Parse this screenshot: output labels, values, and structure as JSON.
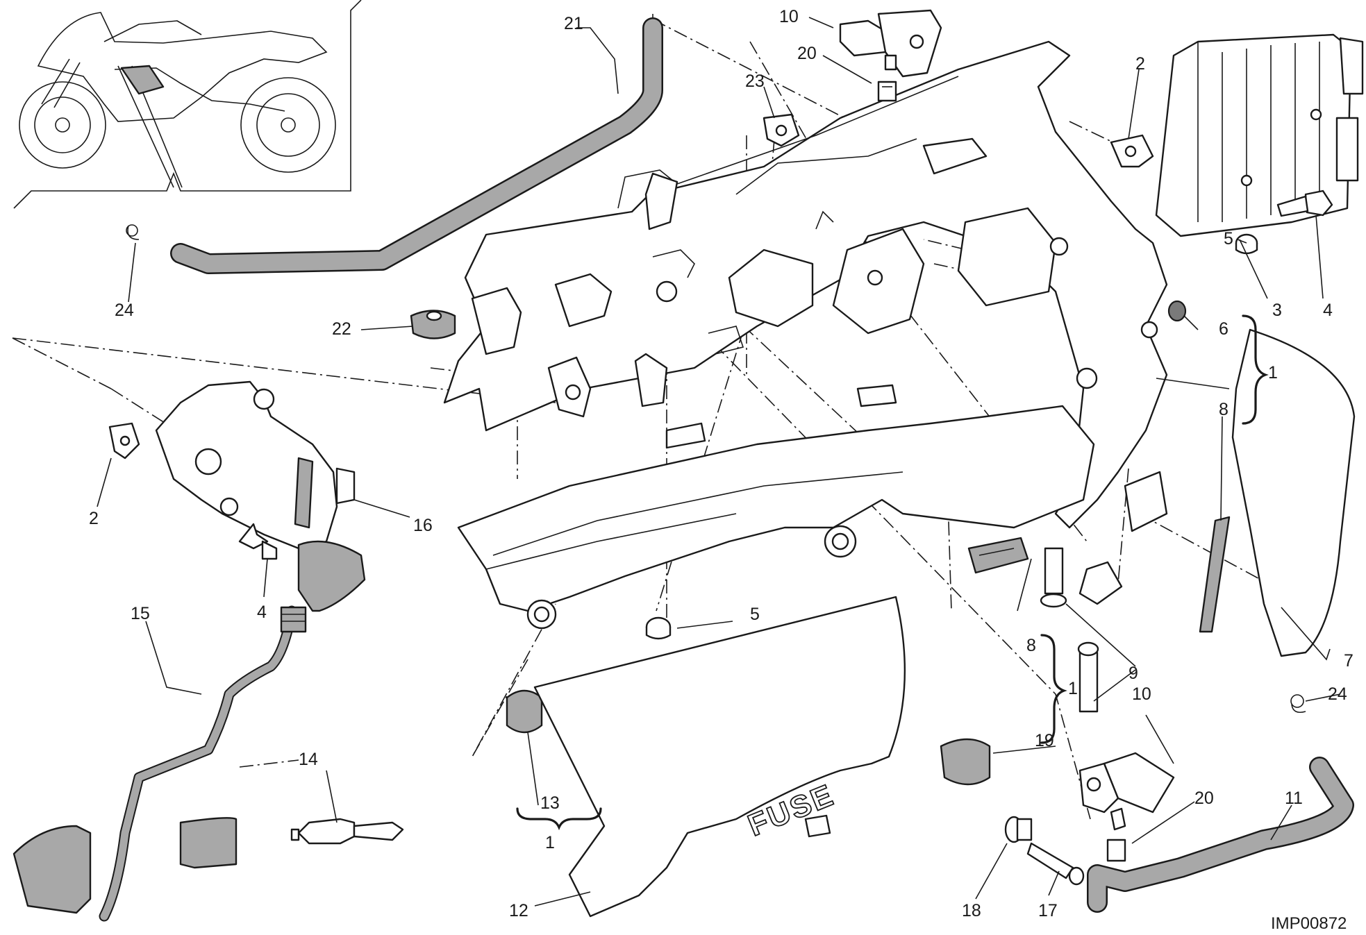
{
  "diagram_code": "IMP00872",
  "embossed_label": "FUSE",
  "callouts": [
    {
      "key": "c21",
      "label": "21"
    },
    {
      "key": "c10t",
      "label": "10"
    },
    {
      "key": "c20t",
      "label": "20"
    },
    {
      "key": "c23",
      "label": "23"
    },
    {
      "key": "c2r",
      "label": "2"
    },
    {
      "key": "c24l",
      "label": "24"
    },
    {
      "key": "c22",
      "label": "22"
    },
    {
      "key": "c5r",
      "label": "5"
    },
    {
      "key": "c3",
      "label": "3"
    },
    {
      "key": "c4r",
      "label": "4"
    },
    {
      "key": "c6",
      "label": "6"
    },
    {
      "key": "c1a",
      "label": "1"
    },
    {
      "key": "c8r",
      "label": "8"
    },
    {
      "key": "c2l",
      "label": "2"
    },
    {
      "key": "c16",
      "label": "16"
    },
    {
      "key": "c4l",
      "label": "4"
    },
    {
      "key": "c15",
      "label": "15"
    },
    {
      "key": "c5c",
      "label": "5"
    },
    {
      "key": "c8c",
      "label": "8"
    },
    {
      "key": "c1b",
      "label": "1"
    },
    {
      "key": "c9",
      "label": "9"
    },
    {
      "key": "c7",
      "label": "7"
    },
    {
      "key": "c10b",
      "label": "10"
    },
    {
      "key": "c24r",
      "label": "24"
    },
    {
      "key": "c19",
      "label": "19"
    },
    {
      "key": "c14",
      "label": "14"
    },
    {
      "key": "c13",
      "label": "13"
    },
    {
      "key": "c1c",
      "label": "1"
    },
    {
      "key": "c11",
      "label": "11"
    },
    {
      "key": "c20b",
      "label": "20"
    },
    {
      "key": "c12",
      "label": "12"
    },
    {
      "key": "c18",
      "label": "18"
    },
    {
      "key": "c17",
      "label": "17"
    }
  ],
  "colors": {
    "line": "#1a1a1a",
    "part_fill": "#ffffff",
    "rubber_grey": "#a8a8a8",
    "dark_grey": "#7a7a7a"
  }
}
